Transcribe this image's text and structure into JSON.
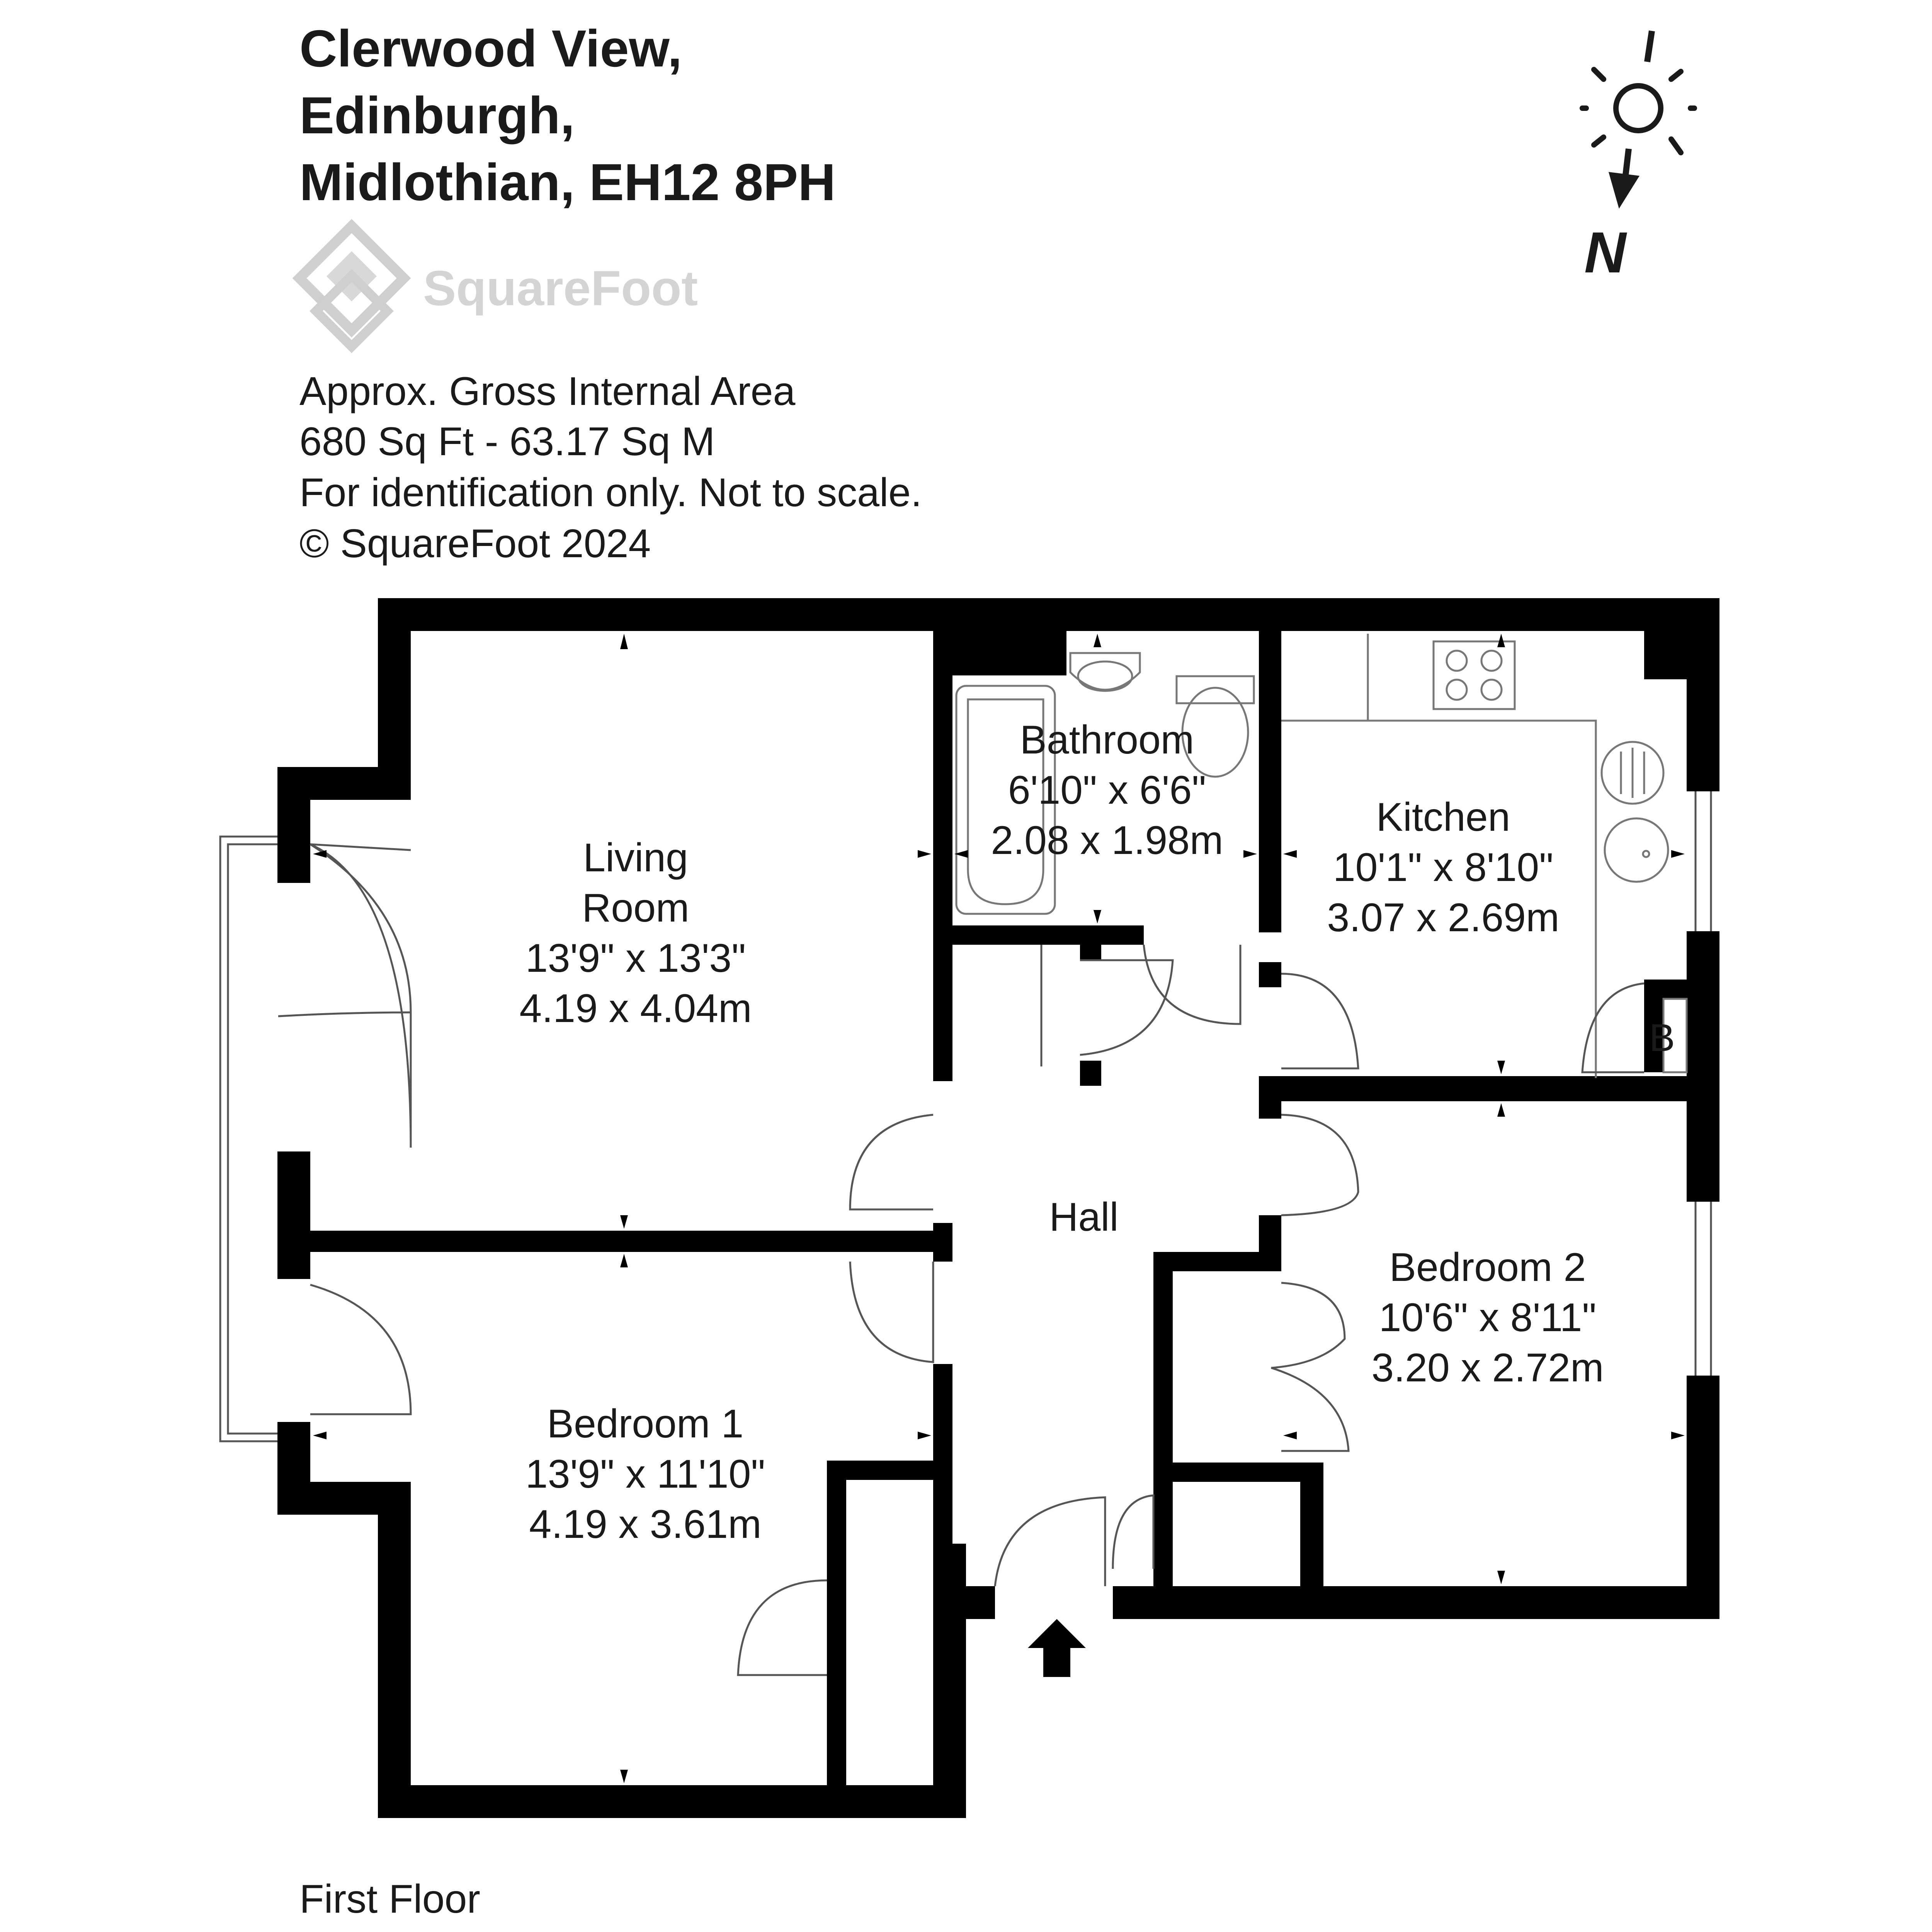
{
  "address": {
    "line1": "Clerwood View,",
    "line2": "Edinburgh,",
    "line3": "Midlothian, EH12 8PH"
  },
  "brand": {
    "name": "SquareFoot"
  },
  "info": {
    "line1": "Approx. Gross Internal Area",
    "line2": "680 Sq Ft  -  63.17 Sq M",
    "line3": "For identification only. Not to scale.",
    "line4": "© SquareFoot 2024"
  },
  "compass": {
    "label": "N"
  },
  "rooms": {
    "living": {
      "name_line1": "Living",
      "name_line2": "Room",
      "imperial": "13'9\" x 13'3\"",
      "metric": "4.19 x 4.04m"
    },
    "bathroom": {
      "name": "Bathroom",
      "imperial": "6'10\" x 6'6\"",
      "metric": "2.08 x 1.98m"
    },
    "kitchen": {
      "name": "Kitchen",
      "imperial": "10'1\" x 8'10\"",
      "metric": "3.07 x 2.69m"
    },
    "hall": {
      "name": "Hall"
    },
    "bedroom1": {
      "name": "Bedroom 1",
      "imperial": "13'9\" x 11'10\"",
      "metric": "4.19 x 3.61m"
    },
    "bedroom2": {
      "name": "Bedroom 2",
      "imperial": "10'6\" x 8'11\"",
      "metric": "3.20 x 2.72m"
    }
  },
  "boiler": {
    "label": "B"
  },
  "floor": {
    "label": "First Floor"
  }
}
